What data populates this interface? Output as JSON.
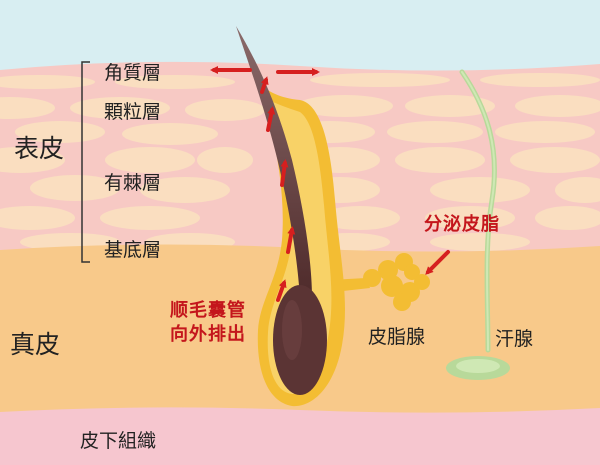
{
  "diagram": {
    "labels": {
      "epidermis": "表皮",
      "dermis": "真皮",
      "subcutis": "皮下組織",
      "stratum_corneum": "角質層",
      "stratum_granulosum": "顆粒層",
      "stratum_spinosum": "有棘層",
      "stratum_basale": "基底層",
      "sebaceous_gland": "皮脂腺",
      "sweat_gland": "汗腺",
      "secrete_sebum": "分泌皮脂",
      "excrete_line1": "顺毛囊管",
      "excrete_line2": "向外排出"
    },
    "colors": {
      "sky": "#d8eef2",
      "epidermis": "#f7c9c4",
      "cell": "#fbe1c0",
      "dermis": "#f8c98a",
      "subcutis": "#f6c6cf",
      "follicle": "#f3bd33",
      "hair": "#5b3434",
      "arrow": "#d61f1f",
      "sweat_gland": "#b8d99a"
    }
  }
}
